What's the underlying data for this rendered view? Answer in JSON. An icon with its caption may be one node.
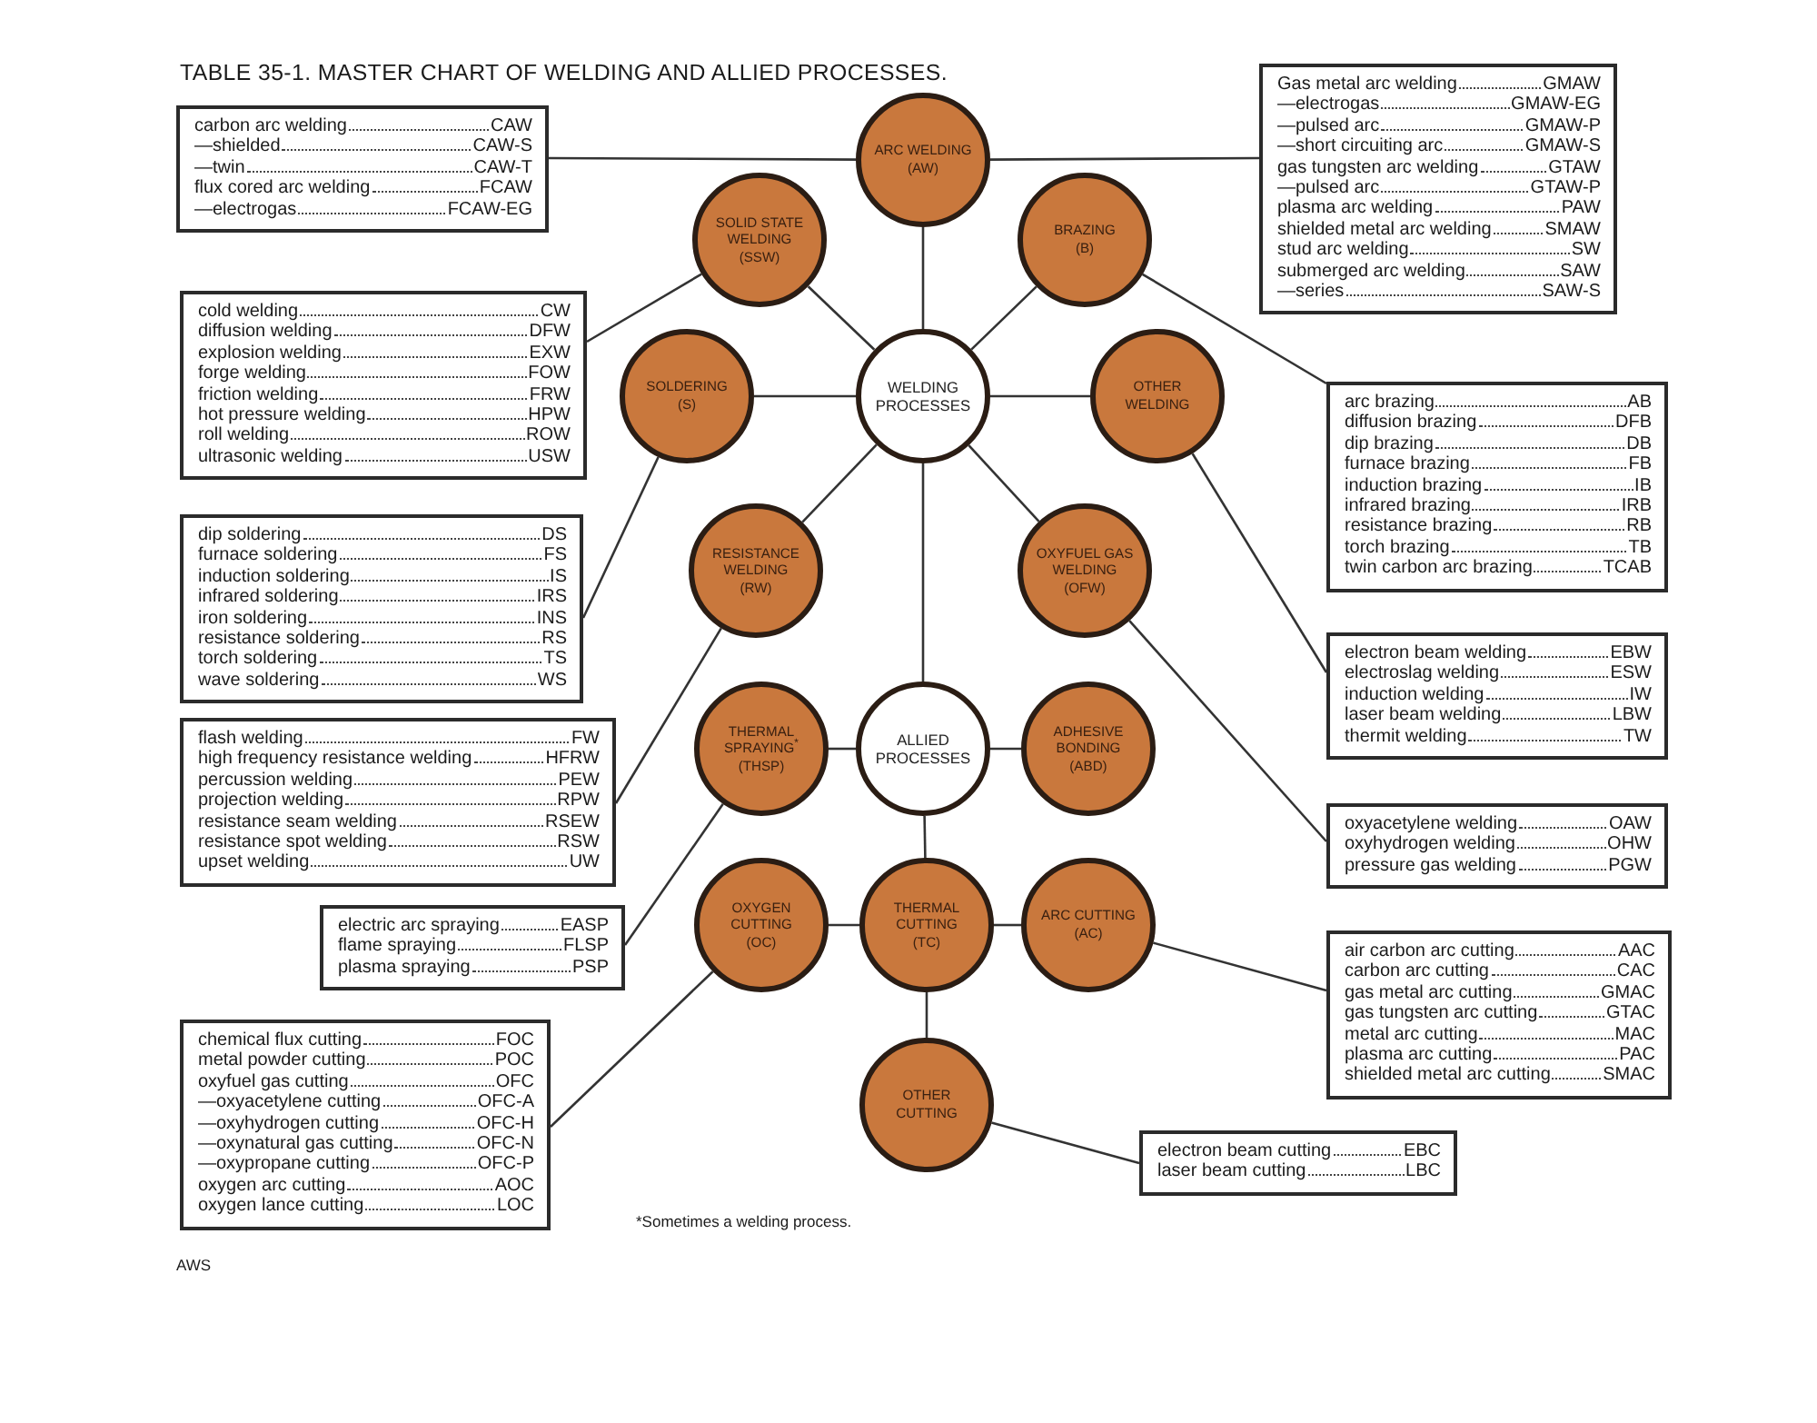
{
  "diagram": {
    "title": "TABLE 35-1. MASTER CHART OF WELDING AND ALLIED PROCESSES.",
    "nodes": [
      {
        "text": [
          "carbon arc welding",
          "CAW",
          "—shielded",
          "CAW-S",
          "—twin",
          "CAW-T",
          "flux cored arc welding",
          "FCAW",
          "—electrogas",
          "FCAW-EG"
        ]
      },
      {
        "text": [
          "ARC WELDING",
          "(AW)"
        ]
      },
      {
        "text": [
          "Gas metal arc welding",
          "GMAW",
          "—electrogas",
          "GMAW-EG",
          "—pulsed arc",
          "GMAW-P",
          "—short circuiting arc",
          "GMAW-S",
          "gas tungsten arc welding",
          "GTAW",
          "—pulsed arc",
          "GTAW-P",
          "plasma arc welding",
          "PAW",
          "shielded metal arc welding",
          "SMAW",
          "stud arc welding",
          "SW",
          "submerged arc welding",
          "SAW",
          "—series",
          "SAW-S"
        ]
      },
      {
        "text": [
          "SOLID STATE WELDING",
          "(SSW)"
        ]
      },
      {
        "text": [
          "BRAZING",
          "(B)"
        ]
      },
      {
        "text": [
          "cold welding",
          "CW",
          "diffusion welding",
          "DFW",
          "explosion welding",
          "EXW",
          "forge welding",
          "FOW",
          "friction welding",
          "FRW",
          "hot pressure welding",
          "HPW",
          "roll welding",
          "ROW",
          "ultrasonic welding",
          "USW"
        ]
      },
      {
        "text": [
          "SOLDERING",
          "(S)"
        ]
      },
      {
        "text": [
          "WELDING PROCESSES"
        ]
      },
      {
        "text": [
          "OTHER WELDING"
        ]
      },
      {
        "text": [
          "arc brazing",
          "AB",
          "diffusion brazing",
          "DFB",
          "dip brazing",
          "DB",
          "furnace brazing",
          "FB",
          "induction brazing",
          "IB",
          "infrared brazing",
          "IRB",
          "resistance brazing",
          "RB",
          "torch brazing",
          "TB",
          "twin carbon arc brazing",
          "TCAB"
        ]
      },
      {
        "text": [
          "dip soldering",
          "DS",
          "furnace soldering",
          "FS",
          "induction soldering",
          "IS",
          "infrared soldering",
          "IRS",
          "iron soldering",
          "INS",
          "resistance soldering",
          "RS",
          "torch soldering",
          "TS",
          "wave soldering",
          "WS"
        ]
      },
      {
        "text": [
          "RESISTANCE WELDING",
          "(RW)"
        ]
      },
      {
        "text": [
          "OXYFUEL GAS WELDING",
          "(OFW)"
        ]
      },
      {
        "text": [
          "electron beam welding",
          "EBW",
          "electroslag welding",
          "ESW",
          "induction welding",
          "IW",
          "laser beam welding",
          "LBW",
          "thermit welding",
          "TW"
        ]
      },
      {
        "text": [
          "flash welding",
          "FW",
          "high frequency resistance welding",
          "HFRW",
          "percussion welding",
          "PEW",
          "projection welding",
          "RPW",
          "resistance seam welding",
          "RSEW",
          "resistance spot welding",
          "RSW",
          "upset welding",
          "UW"
        ]
      },
      {
        "text": [
          "THERMAL SPRAYING$^{*}$",
          "(THSP)"
        ]
      },
      {
        "text": [
          "ALLIED PROCESSES"
        ]
      },
      {
        "text": [
          "ADHESIVE BONDING",
          "(ABD)"
        ]
      },
      {
        "text": [
          "oxyacetylene welding",
          "OAW",
          "oxyhydrogen welding",
          "OHW",
          "pressure gas welding",
          "PGW"
        ]
      },
      {
        "text": [
          "electric arc spraying",
          "EASP",
          "flame spraying",
          "FLSP",
          "plasma spraying",
          "PSP"
        ]
      },
      {
        "text": [
          "OXYGEN CUTTING",
          "(OC)"
        ]
      },
      {
        "text": [
          "THERMAL CUTTING",
          "(TC)"
        ]
      },
      {
        "text": [
          "ARC CUTTING",
          "(AC)"
        ]
      },
      {
        "text": [
          "air carbon arc cutting",
          "AAC",
          "carbon arc cutting",
          "CAC",
          "gas metal arc cutting",
          "GMAC",
          "gas tungsten arc cutting",
          "GTAC",
          "metal arc cutting",
          "MAC",
          "plasma arc cutting",
          "PAC",
          "shielded metal arc cutting",
          "SMAC"
        ]
      },
      {
        "text": [
          "chemical flux cutting",
          "FOC",
          "metal powder cutting",
          "POC",
          "oxyfuel gas cutting",
          "OFC",
          "—oxyacetylene cutting",
          "OFC-A",
          "—oxyhydrogen cutting",
          "OFC-H",
          "—oxynatural gas cutting",
          "OFC-N",
          "—oxypropane cutting",
          "OFC-P",
          "oxygen arc cutting",
          "AOC",
          "oxygen lance cutting",
          "LOC"
        ]
      },
      {
        "text": [
          "OTHER CUTTING"
        ]
      },
      {
        "text": [
          "electron beam cutting",
          "EBC",
          "laser beam cutting",
          "LBC"
        ]
      }
    ],
    "edges": [
      {
        "from": 1,
        "to": 7,
        "arrow": "none"
      },
      {
        "from": 3,
        "to": 7,
        "arrow": "none"
      },
      {
        "from": 4,
        "to": 7,
        "arrow": "none"
      },
      {
        "from": 6,
        "to": 7,
        "arrow": "none"
      },
      {
        "from": 8,
        "to": 7,
        "arrow": "none"
      },
      {
        "from": 11,
        "to": 7,
        "arrow": "none"
      },
      {
        "from": 12,
        "to": 7,
        "arrow": "none"
      },
      {
        "from": 7,
        "to": 16,
        "arrow": "none"
      },
      {
        "from": 16,
        "to": 15,
        "arrow": "none"
      },
      {
        "from": 16,
        "to": 17,
        "arrow": "none"
      },
      {
        "from": 16,
        "to": 21,
        "arrow": "none"
      },
      {
        "from": 21,
        "to": 20,
        "arrow": "none"
      },
      {
        "from": 21,
        "to": 22,
        "arrow": "none"
      },
      {
        "from": 21,
        "to": 25,
        "arrow": "none"
      },
      {
        "from": 1,
        "to": 0,
        "arrow": "none"
      },
      {
        "from": 1,
        "to": 2,
        "arrow": "none"
      },
      {
        "from": 3,
        "to": 5,
        "arrow": "none"
      },
      {
        "from": 6,
        "to": 10,
        "arrow": "none"
      },
      {
        "from": 4,
        "to": 9,
        "arrow": "none"
      },
      {
        "from": 8,
        "to": 13,
        "arrow": "none"
      },
      {
        "from": 11,
        "to": 14,
        "arrow": "none"
      },
      {
        "from": 12,
        "to": 18,
        "arrow": "none"
      },
      {
        "from": 15,
        "to": 19,
        "arrow": "none"
      },
      {
        "from": 22,
        "to": 23,
        "arrow": "none"
      },
      {
        "from": 20,
        "to": 24,
        "arrow": "none"
      },
      {
        "from": 25,
        "to": 26,
        "arrow": "none"
      }
    ],
    "labels": [
      "*Sometimes a welding process.",
      "AWS"
    ]
  }
}
